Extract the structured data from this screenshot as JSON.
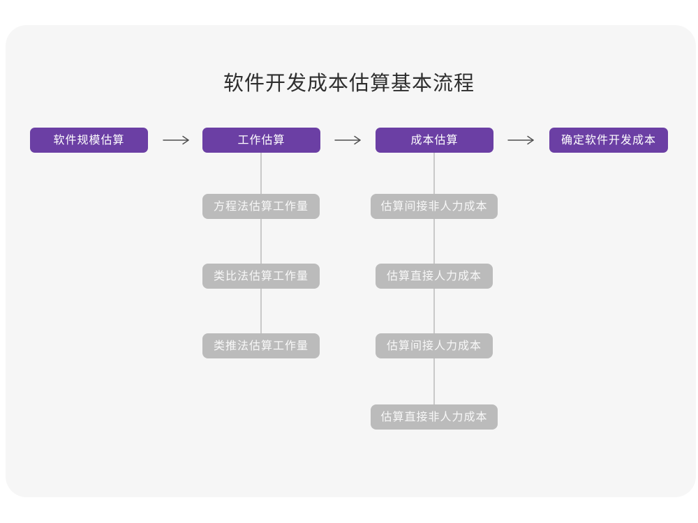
{
  "page": {
    "title": "软件开发成本估算基本流程"
  },
  "colors": {
    "accent_purple": "#6b3fa4",
    "sub_node_gray": "#bbbbbb",
    "connector_gray": "#c9c9c9",
    "arrow_gray": "#4d4d4d",
    "card_background": "#f6f6f6",
    "page_background": "#ffffff",
    "title_text": "#2e2e2e",
    "node_text": "#ffffff"
  },
  "flow": {
    "main_steps": [
      {
        "label": "软件规模估算"
      },
      {
        "label": "工作估算"
      },
      {
        "label": "成本估算"
      },
      {
        "label": "确定软件开发成本"
      }
    ],
    "arrow_glyph": "→",
    "work_estimation_methods": [
      "方程法估算工作量",
      "类比法估算工作量",
      "类推法估算工作量"
    ],
    "cost_estimation_steps": [
      "估算间接非人力成本",
      "估算直接人力成本",
      "估算间接人力成本",
      "估算直接非人力成本"
    ]
  }
}
